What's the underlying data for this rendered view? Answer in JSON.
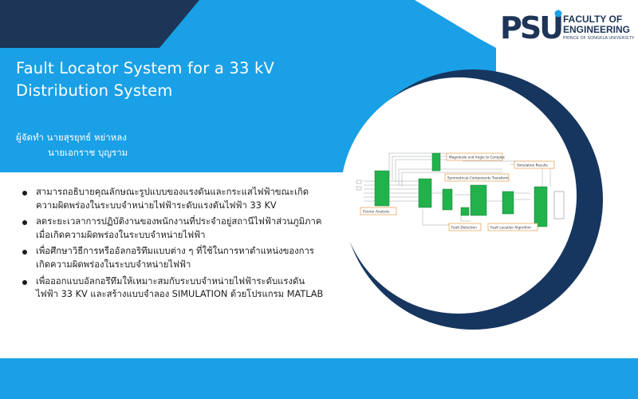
{
  "slide": {
    "title_line1": "Fault Locator System for a 33 kV",
    "title_line2": "Distribution System",
    "authors_label": "ผู้จัดทำ",
    "author1": "นายสุรยุทธ์ หย่าหลง",
    "author2": "นายเอกราช บุญราม",
    "bullets": [
      "สามารถอธิบายคุณลักษณะรูปแบบของแรงดันและกระแสไฟฟ้าขณะเกิดความผิดพร่องในระบบจำหน่ายไฟฟ้าระดับแรงดันไฟฟ้า 33 KV",
      "ลดระยะเวลาการปฏิบัติงานของพนักงานที่ประจำอยู่สถานีไฟฟ้าส่วนภูมิภาค เมื่อเกิดความผิดพร่องในระบบจำหน่ายไฟฟ้า",
      "เพื่อศึกษาวิธีการหรืออัลกอริทึมแบบต่าง ๆ ที่ใช้ในการหาตำแหน่งของการเกิดความผิดพร่องในระบบจำหน่ายไฟฟ้า",
      "เพื่อออกแบบอัลกอรึทึมให้เหมาะสมกับระบบจำหน่ายไฟฟ้าระดับแรงดันไฟฟ้า 33 KV และสร้างแบบจำลอง SIMULATION ด้วยโปรแกรม MATLAB"
    ]
  },
  "logo": {
    "psu": "PSU",
    "faculty_line1": "FACULTY OF",
    "faculty_line2": "ENGINEERING",
    "faculty_line3": "PRINCE OF SONGKLA UNIVERSITY"
  },
  "diagram": {
    "labels": {
      "magnitude": "Magnitude and Angle to Complex",
      "symmetrical": "Symmetrical-Components Transform",
      "simulation": "Simulation Results",
      "fourier": "Fourier Analysis",
      "fault_detection": "Fault Detection",
      "fault_location": "Fault Location Algorithm"
    }
  },
  "colors": {
    "dark_navy": "#1d3557",
    "light_blue": "#1aa0e6",
    "circle_navy": "#16365f",
    "block_green": "#22b24c"
  }
}
